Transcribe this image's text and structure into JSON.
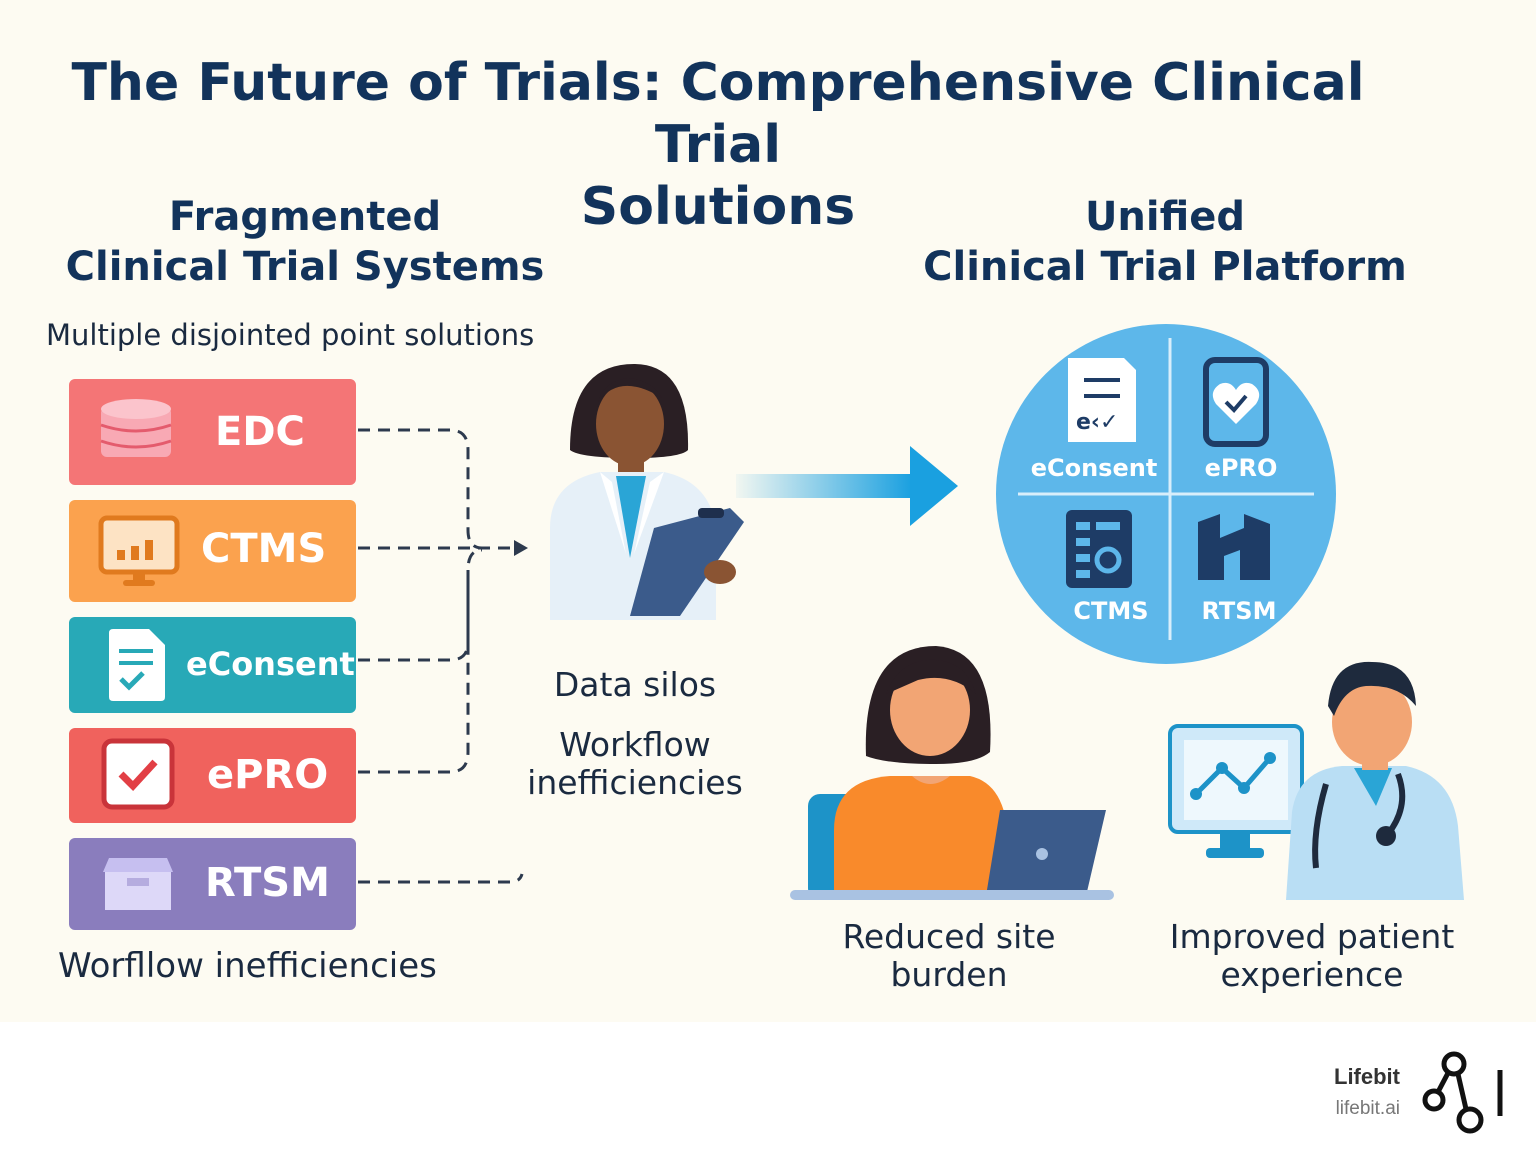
{
  "title_line1": "The Future of Trials: Comprehensive Clinical Trial",
  "title_line2": "Solutions",
  "left": {
    "heading_line1": "Fragmented",
    "heading_line2": "Clinical Trial Systems",
    "subtitle": "Multiple disjointed point solutions",
    "systems": [
      {
        "label": "EDC",
        "color": "#f47576",
        "icon": "database-icon"
      },
      {
        "label": "CTMS",
        "color": "#fba24e",
        "icon": "monitor-chart-icon"
      },
      {
        "label": "eConsent",
        "color": "#28a9b7",
        "icon": "document-check-icon"
      },
      {
        "label": "ePRO",
        "color": "#f0625d",
        "icon": "checkbox-icon"
      },
      {
        "label": "RTSM",
        "color": "#8a7dbd",
        "icon": "box-icon"
      }
    ],
    "footer": "Worfllow inefficiencies"
  },
  "middle": {
    "caption1": "Data silos",
    "caption2_line1": "Workflow",
    "caption2_line2": "inefficiencies"
  },
  "right": {
    "heading_line1": "Unified",
    "heading_line2": "Clinical Trial Platform",
    "quadrants": [
      "eConsent",
      "ePRO",
      "CTMS",
      "RTSM"
    ],
    "econsent_icon_text": "e‹✓",
    "benefit1_line1": "Reduced site",
    "benefit1_line2": "burden",
    "benefit2_line1": "Improved patient",
    "benefit2_line2": "experience"
  },
  "brand": {
    "name": "Lifebit",
    "url": "lifebit.ai"
  },
  "colors": {
    "title": "#12335b",
    "platform_circle": "#5db7ea",
    "arrow": "#1aa0e0",
    "background": "#fdfbf2"
  }
}
